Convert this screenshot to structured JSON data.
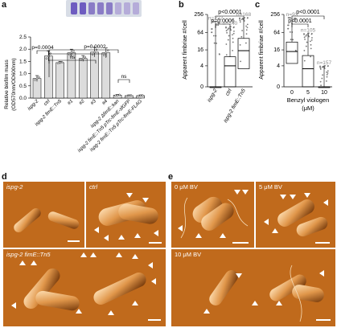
{
  "panel_labels": {
    "a": "a",
    "b": "b",
    "c": "c",
    "d": "d",
    "e": "e"
  },
  "panel_a": {
    "ylabel_line1": "Relative biofilm mass",
    "ylabel_line2": "(OD570nm/OD600nm)",
    "yticks": [
      "0.0",
      "0.5",
      "1.0",
      "1.5",
      "2.0",
      "2.5"
    ],
    "sig": {
      "p1": "p=0.0004",
      "ns1": "ns",
      "p2": "p=0.0002",
      "ns2": "ns"
    },
    "tick_labels": [
      "ispg-2",
      "ctrl",
      "ispg-2 fimE::Tn5",
      "#1",
      "#2",
      "#3",
      "#4",
      "ispg-2 ΔfimE::kan",
      "ispg-2 fimE::Tn5 pTrc-fimE-sfGFP",
      "ispg-2 fimE::Tn5 pTrc-fimE-FLAG"
    ],
    "colors": {
      "bar": "#dcdcdc",
      "well": "#8a7cc6"
    }
  },
  "panel_b": {
    "ylabel": "Apparent fimbriae #/cell",
    "yticks": [
      "0",
      "4",
      "16",
      "64",
      "256"
    ],
    "p_top": "p<0.0001",
    "p_mid": "p=0.0006",
    "n_labels": [
      "n=222",
      "n=140",
      "n=168"
    ],
    "tick_labels": [
      "ispg-2",
      "ctrl",
      "ispg-2 fimE::Tn5"
    ]
  },
  "panel_c": {
    "ylabel": "Apparent fimbriae #/cell",
    "yticks": [
      "0",
      "4",
      "16",
      "64",
      "256"
    ],
    "p_top": "p<0.0001",
    "p_mid": "p<0.0001",
    "n_labels": [
      "n=93",
      "n=105",
      "n=157"
    ],
    "xlabel": "Benzyl viologen",
    "xunit": "(μM)",
    "tick_labels": [
      "0",
      "5",
      "10"
    ]
  },
  "panel_d": {
    "top_left": "ispg-2",
    "top_right": "ctrl",
    "bottom": "ispg-2 fimE::Tn5"
  },
  "panel_e": {
    "top_left": "0 μM BV",
    "top_right": "5 μM BV",
    "bottom": "10 μM BV"
  },
  "chart_data": [
    {
      "type": "bar",
      "categories": [
        "ispg-2",
        "ctrl",
        "ispg-2 fimE::Tn5",
        "#1",
        "#2",
        "#3",
        "#4",
        "ispg-2 ΔfimE::kan",
        "ispg-2 fimE::Tn5 pTrc-fimE-sfGFP",
        "ispg-2 fimE::Tn5 pTrc-fimE-FLAG"
      ],
      "values": [
        0.8,
        1.72,
        1.45,
        1.85,
        1.62,
        1.88,
        1.85,
        0.12,
        0.1,
        0.1
      ],
      "errors": [
        0.12,
        0.2,
        0.05,
        0.15,
        0.12,
        0.2,
        0.2,
        0.03,
        0.03,
        0.03
      ],
      "ylabel": "Relative biofilm mass (OD570nm/OD600nm)",
      "ylim": [
        0,
        2.5
      ]
    },
    {
      "type": "box",
      "categories": [
        "ispg-2",
        "ctrl",
        "ispg-2 fimE::Tn5"
      ],
      "n": [
        222,
        140,
        168
      ],
      "median": [
        0,
        4,
        15
      ],
      "q1": [
        0,
        0,
        3
      ],
      "q3": [
        0,
        9,
        40
      ],
      "whisker_hi": [
        150,
        100,
        200
      ],
      "ylabel": "Apparent fimbriae #/cell",
      "yscale": "log2"
    },
    {
      "type": "box",
      "categories": [
        "0",
        "5",
        "10"
      ],
      "n": [
        93,
        105,
        157
      ],
      "median": [
        14,
        3,
        0
      ],
      "q1": [
        5,
        0,
        0
      ],
      "q3": [
        30,
        10,
        0
      ],
      "whisker_hi": [
        200,
        60,
        4
      ],
      "xlabel": "Benzyl viologen (μM)",
      "ylabel": "Apparent fimbriae #/cell",
      "yscale": "log2"
    }
  ]
}
